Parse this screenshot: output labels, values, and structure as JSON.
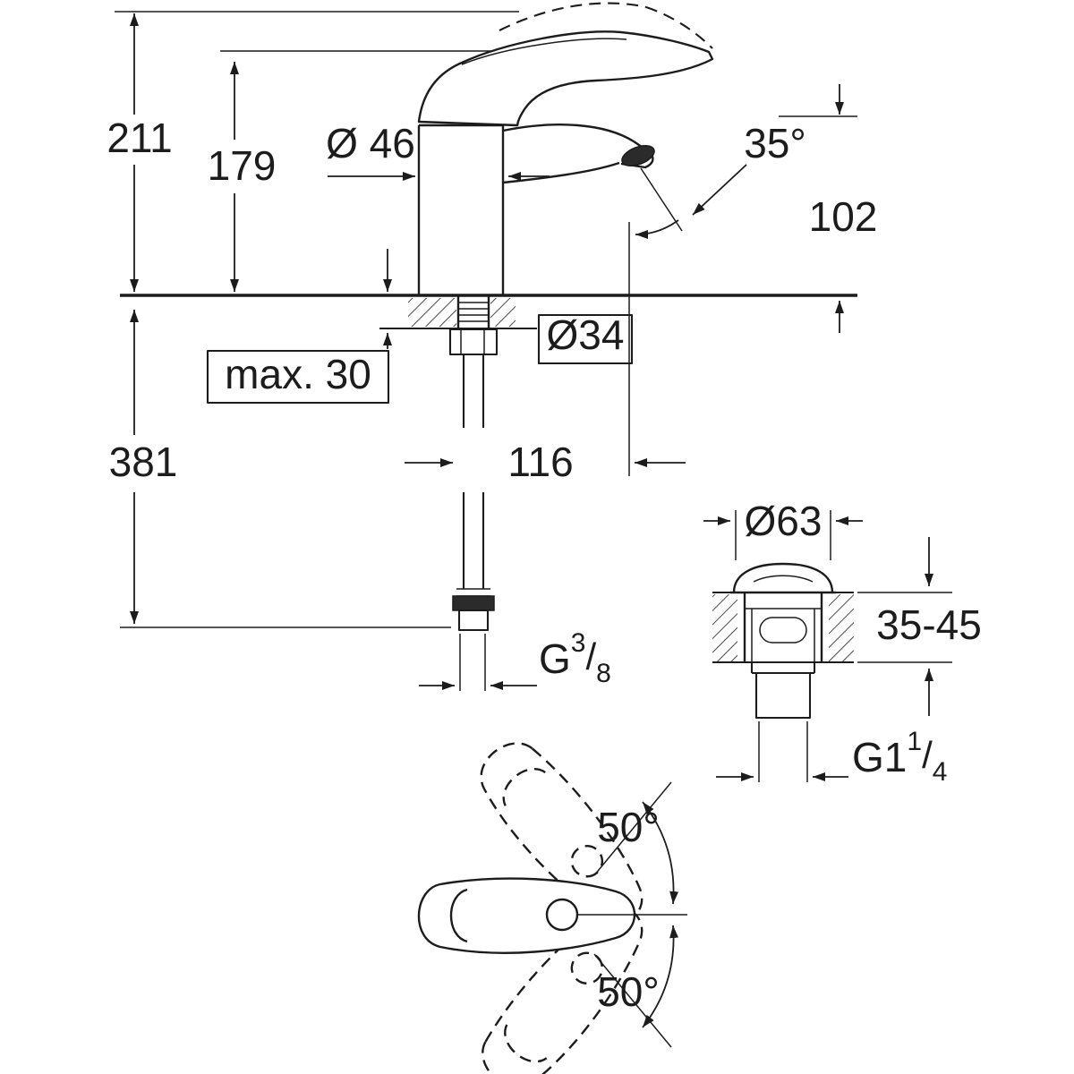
{
  "drawing": {
    "type": "faucet-installation-technical-drawing",
    "ink_color": "#1c1c1c",
    "background": "#ffffff",
    "dims": {
      "total_height": "211",
      "body_height": "179",
      "body_diameter": "Ø 46",
      "spout_angle": "35°",
      "spout_outlet_height": "102",
      "mounting_hole_diameter": "Ø34",
      "max_deck_thickness": "max. 30",
      "depth_below_deck": "381",
      "spout_reach": "116",
      "waste_flange_diameter": "Ø63",
      "waste_deck_range": "35-45",
      "supply_thread_prefix": "G",
      "supply_thread_numerator": "3",
      "supply_thread_slash": "/",
      "supply_thread_denominator": "8",
      "waste_thread_prefix": "G1",
      "waste_thread_numerator": "1",
      "waste_thread_slash": "/",
      "waste_thread_denominator": "4",
      "handle_swivel_up": "50°",
      "handle_swivel_down": "50°"
    }
  }
}
